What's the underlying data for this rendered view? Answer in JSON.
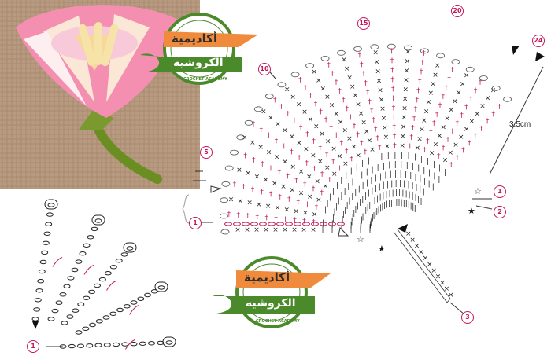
{
  "logo": {
    "title_ar": "أكاديمية",
    "subtitle_ar": "الكروشيه",
    "ring_text": "CROCHET ACADEMY"
  },
  "diagram": {
    "row_labels": [
      "1",
      "2",
      "3",
      "5",
      "10",
      "15",
      "20",
      "24"
    ],
    "measure": "3.5cm"
  },
  "colors": {
    "stitch_pink": "#c2185b",
    "stitch_black": "#222222",
    "logo_green": "#4a8a2a",
    "logo_orange": "#f08a3c",
    "petal_pink": "#f48fb1",
    "stem_green": "#6b8e23"
  },
  "icons": [
    "star-outline-icon",
    "star-filled-icon",
    "triangle-marker-icon",
    "arrow-icon"
  ]
}
